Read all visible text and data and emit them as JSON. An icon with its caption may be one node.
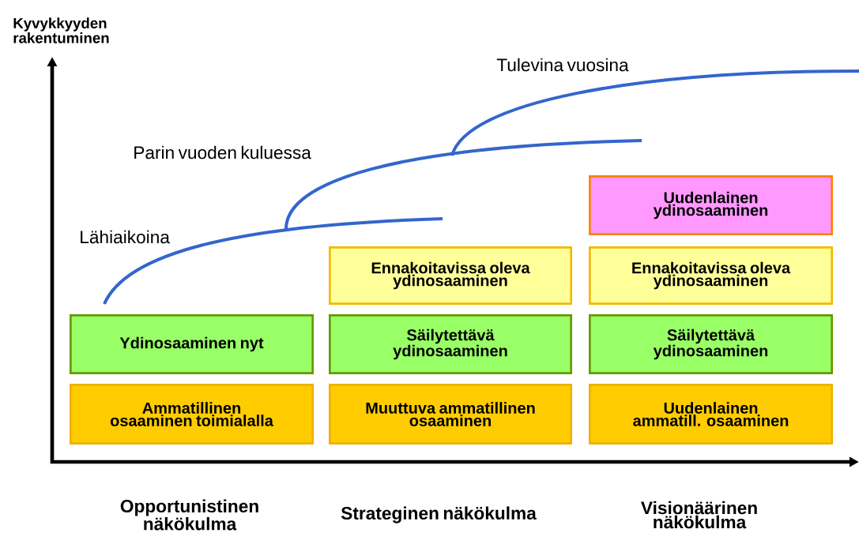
{
  "diagram": {
    "nodes": [
      {
        "text": [
          "Uudenlainen ydinosaaminen"
        ]
      },
      {
        "text": [
          "Ennakoitavissa oleva ydinosaaminen"
        ]
      },
      {
        "text": [
          "Ennakoitavissa oleva ydinosaaminen"
        ]
      },
      {
        "text": [
          "Ydinosaaminen nyt"
        ]
      },
      {
        "text": [
          "Säilytettävä ydinosaaminen"
        ]
      },
      {
        "text": [
          "Säilytettävä ydinosaaminen"
        ]
      },
      {
        "text": [
          "Ammatillinen osaaminen toimialalla"
        ]
      },
      {
        "text": [
          "Muuttuva ammatillinen osaaminen"
        ]
      },
      {
        "text": [
          "Uudenlainen ammatill. osaaminen"
        ]
      }
    ],
    "labels": [
      "Kyvykkyyden rakentuminen",
      "Tulevina vuosina",
      "Parin vuoden kuluessa",
      "Lähiaikoina",
      "Opportunistinen näkökulma",
      "Strateginen näkökulma",
      "Visionäärinen näkökulma"
    ]
  }
}
